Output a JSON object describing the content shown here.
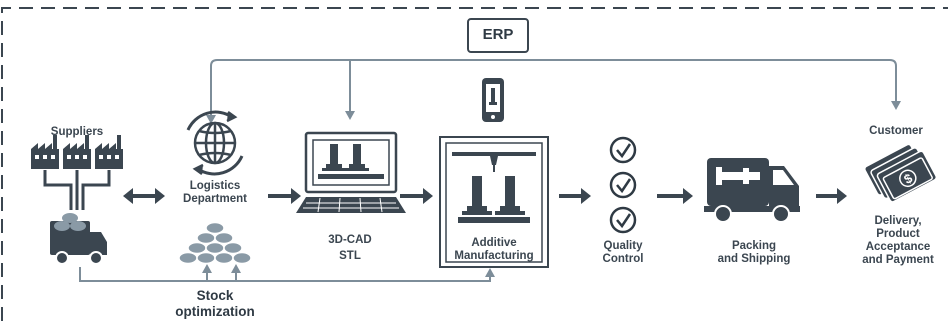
{
  "erp": {
    "label": "ERP"
  },
  "suppliers": {
    "label": "Suppliers"
  },
  "logistics": {
    "line1": "Logistics",
    "line2": "Department"
  },
  "stock": {
    "line1": "Stock",
    "line2": "optimization"
  },
  "cad": {
    "line1": "3D-CAD",
    "line2": "STL"
  },
  "additive": {
    "line1": "Additive",
    "line2": "Manufacturing"
  },
  "quality": {
    "line1": "Quality",
    "line2": "Control"
  },
  "packing": {
    "line1": "Packing",
    "line2": "and Shipping"
  },
  "customer": {
    "label": "Customer"
  },
  "delivery": {
    "line1": "Delivery,",
    "line2": "Product",
    "line3": "Acceptance",
    "line4": "and Payment"
  },
  "colors": {
    "dark": "#3b4650",
    "flow": "#7d8d99",
    "light": "#8a9aa6",
    "check": "#2f3a44"
  }
}
